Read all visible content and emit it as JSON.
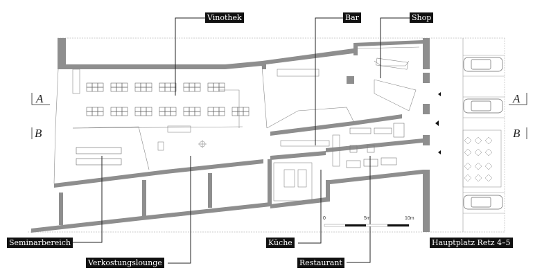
{
  "labels": {
    "vinothek": "Vinothek",
    "bar": "Bar",
    "shop": "Shop",
    "seminarbereich": "Seminarbereich",
    "verkostungslounge": "Verkostungslounge",
    "kueche": "Küche",
    "restaurant": "Restaurant",
    "address": "Hauptplatz Retz 4–5"
  },
  "sections": {
    "a": "A",
    "b": "B"
  },
  "scale": {
    "zero": "0",
    "mid": "5m",
    "end": "10m"
  },
  "colors": {
    "wall": "#8e8e8e",
    "line": "#777777",
    "label_bg": "#111111"
  }
}
